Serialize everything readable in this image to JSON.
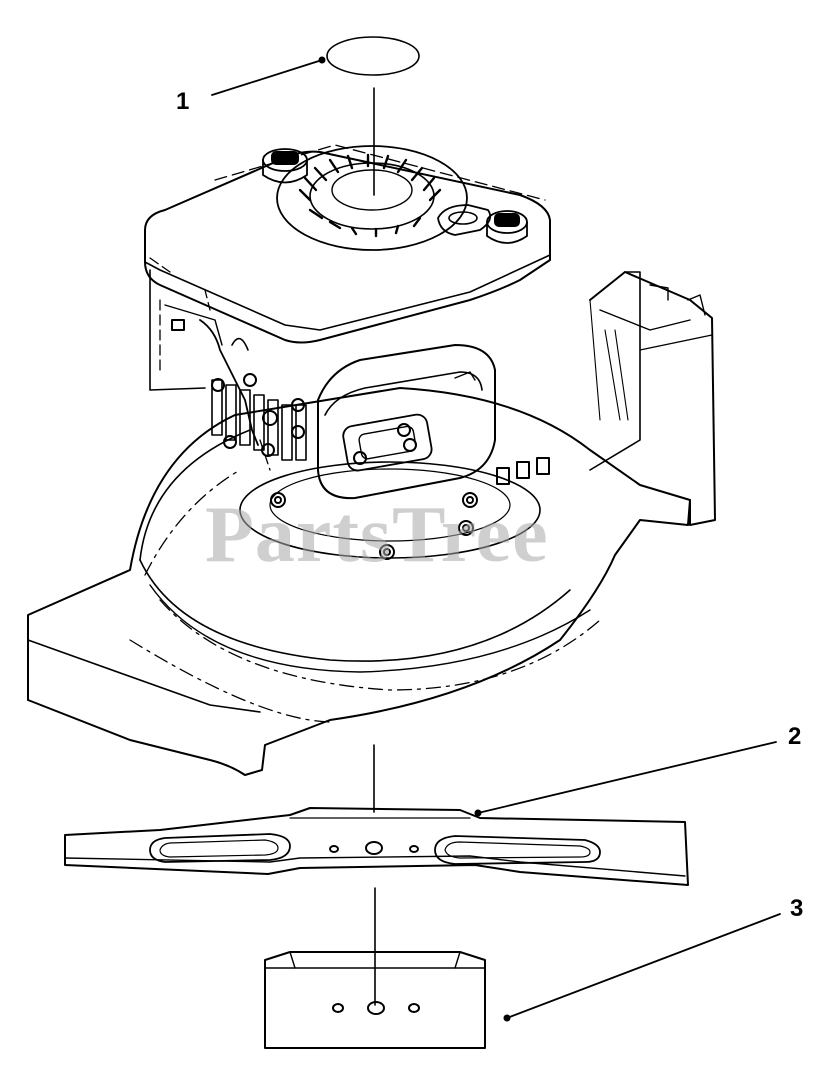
{
  "callouts": [
    {
      "label": "1"
    },
    {
      "label": "2"
    },
    {
      "label": "3"
    }
  ],
  "watermark": "PartsTree",
  "colors": {
    "line": "#000000",
    "background": "#ffffff",
    "watermark": "#a8a8a8"
  }
}
